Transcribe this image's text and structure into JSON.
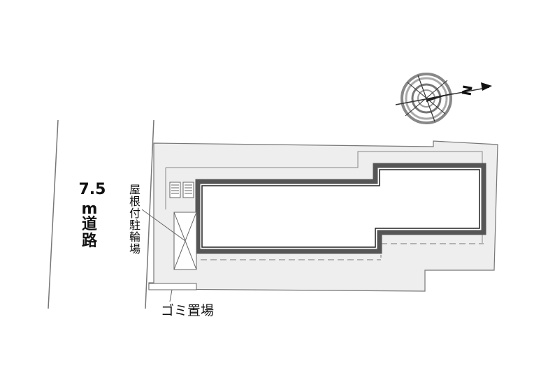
{
  "road_label": {
    "width": "7.5",
    "unit": "m",
    "name_line1": "道",
    "name_line2": "路"
  },
  "bike_parking_label": [
    "屋",
    "根",
    "付",
    "駐",
    "輪",
    "場"
  ],
  "garbage_label": "ゴミ置場",
  "compass_label": "N",
  "colors": {
    "site_fill": "#eeeeee",
    "outline": "#666666",
    "building_wall": "#444444",
    "text": "#111111"
  }
}
